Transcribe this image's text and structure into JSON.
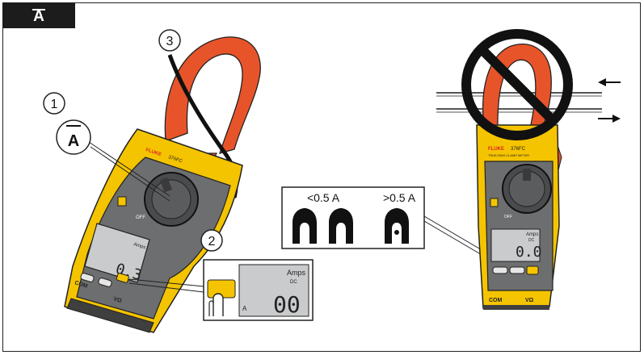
{
  "header": {
    "tab_label": "A"
  },
  "callouts": {
    "one": "1",
    "two": "2",
    "three": "3"
  },
  "function_symbol": "A",
  "meter": {
    "brand": "FLUKE",
    "model": "376FC",
    "subtitle": "TRUE-RMS CLAMP METER",
    "display_unit": "Amps",
    "display_mode": "DC",
    "reading_left": "0.3",
    "reading_right": "0.0",
    "terminal_com": "COM",
    "terminal_v": "VΩ",
    "off_label": "OFF"
  },
  "zoom": {
    "unit": "Amps",
    "mode": "DC",
    "reading": "00",
    "side_letter": "A"
  },
  "threshold": {
    "low": "<0.5 A",
    "high": ">0.5 A"
  },
  "colors": {
    "yellow": "#f5c400",
    "orange": "#e8542a",
    "grey_body": "#6d6e70",
    "lcd": "#c9cbcc"
  }
}
